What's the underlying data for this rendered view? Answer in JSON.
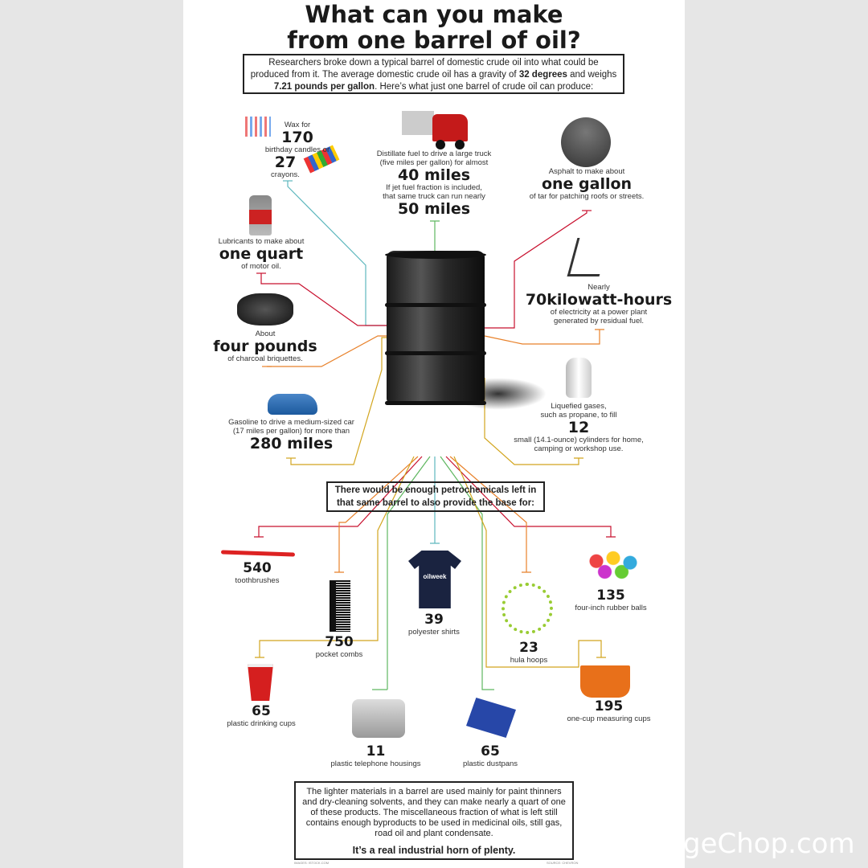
{
  "title_line1": "What can you make",
  "title_line2": "from one barrel of oil?",
  "intro": {
    "part1": "Researchers broke down a typical barrel of domestic crude oil into what could be produced from it. The average domestic crude oil has a gravity of ",
    "bold1": "32 degrees",
    "part2": " and weighs ",
    "bold2": "7.21 pounds per gallon",
    "part3": ". Here’s what just one barrel of crude oil can produce:"
  },
  "wax": {
    "l1": "Wax for",
    "n1": "170",
    "l2": "birthday candles or",
    "n2": "27",
    "l3": "crayons."
  },
  "truck": {
    "l1": "Distillate fuel to drive a large truck",
    "l2": "(five miles per gallon) for almost",
    "n1": "40 miles",
    "l3": "If jet fuel fraction is included,",
    "l4": "that same truck can run nearly",
    "n2": "50 miles"
  },
  "asphalt": {
    "l1": "Asphalt to make about",
    "n": "one gallon",
    "l2": "of tar for patching roofs or streets."
  },
  "lube": {
    "l1": "Lubricants to make about",
    "n": "one quart",
    "l2": "of motor oil."
  },
  "power": {
    "l1": "Nearly",
    "n": "70kilowatt-hours",
    "l2": "of electricity at a power plant",
    "l3": "generated by residual fuel."
  },
  "charcoal": {
    "l1": "About",
    "n": "four pounds",
    "l2": "of charcoal briquettes."
  },
  "gas": {
    "l1": "Liquefied gases,",
    "l2": "such as propane, to fill",
    "n": "12",
    "l3": "small (14.1-ounce) cylinders for home,",
    "l4": "camping or workshop use."
  },
  "car": {
    "l1": "Gasoline to drive a medium-sized car",
    "l2": "(17 miles per gallon) for more than",
    "n": "280 miles"
  },
  "petro": {
    "l1": "There would be enough petrochemicals left in",
    "l2": "that same barrel to also provide the base for:"
  },
  "products": [
    {
      "n": "540",
      "label": "toothbrushes"
    },
    {
      "n": "750",
      "label": "pocket combs"
    },
    {
      "n": "39",
      "label": "polyester shirts",
      "shirt_text": "oilweek"
    },
    {
      "n": "23",
      "label": "hula hoops"
    },
    {
      "n": "135",
      "label": "four-inch rubber balls"
    },
    {
      "n": "65",
      "label": "plastic drinking cups"
    },
    {
      "n": "11",
      "label": "plastic telephone housings"
    },
    {
      "n": "65",
      "label": "plastic dustpans"
    },
    {
      "n": "195",
      "label": "one-cup measuring cups"
    }
  ],
  "bottom": {
    "text": "The lighter materials in a barrel are used mainly for paint thinners and dry-cleaning solvents, and they can make nearly a quart of one of these products. The miscellaneous fraction of what is left still contains enough byproducts to be used in medicinal oils, still gas, road oil and plant condensate.",
    "horn": "It’s a real industrial horn of plenty."
  },
  "credits": {
    "images": "IMAGES: ISTOCK.COM",
    "source": "SOURCE: CHEVRON"
  },
  "watermark": "geChop.com",
  "colors": {
    "teal": "#5db7bd",
    "red": "#c8102e",
    "green": "#5fb760",
    "orange": "#e8812a",
    "mustard": "#d2a51e"
  }
}
